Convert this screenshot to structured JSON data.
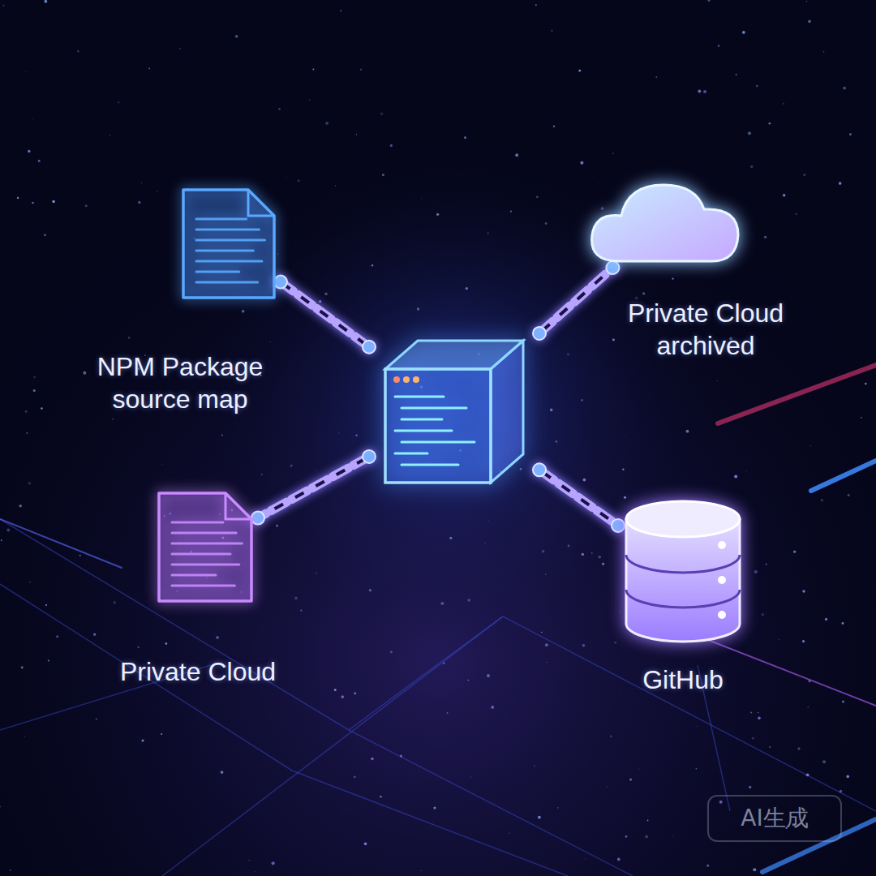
{
  "diagram": {
    "nodes": [
      {
        "text": [
          "NPM Package source map"
        ]
      },
      {
        "text": [
          "Private Cloud archived"
        ]
      },
      {
        "text": []
      },
      {
        "text": [
          "Private Cloud"
        ]
      },
      {
        "text": [
          "GitHub"
        ]
      }
    ],
    "edges": [
      {
        "from": 2,
        "to": 0,
        "arrow": "none"
      },
      {
        "from": 2,
        "to": 1,
        "arrow": "none"
      },
      {
        "from": 2,
        "to": 3,
        "arrow": "none"
      },
      {
        "from": 2,
        "to": 4,
        "arrow": "none"
      }
    ],
    "labels": [
      "AI生成"
    ]
  }
}
